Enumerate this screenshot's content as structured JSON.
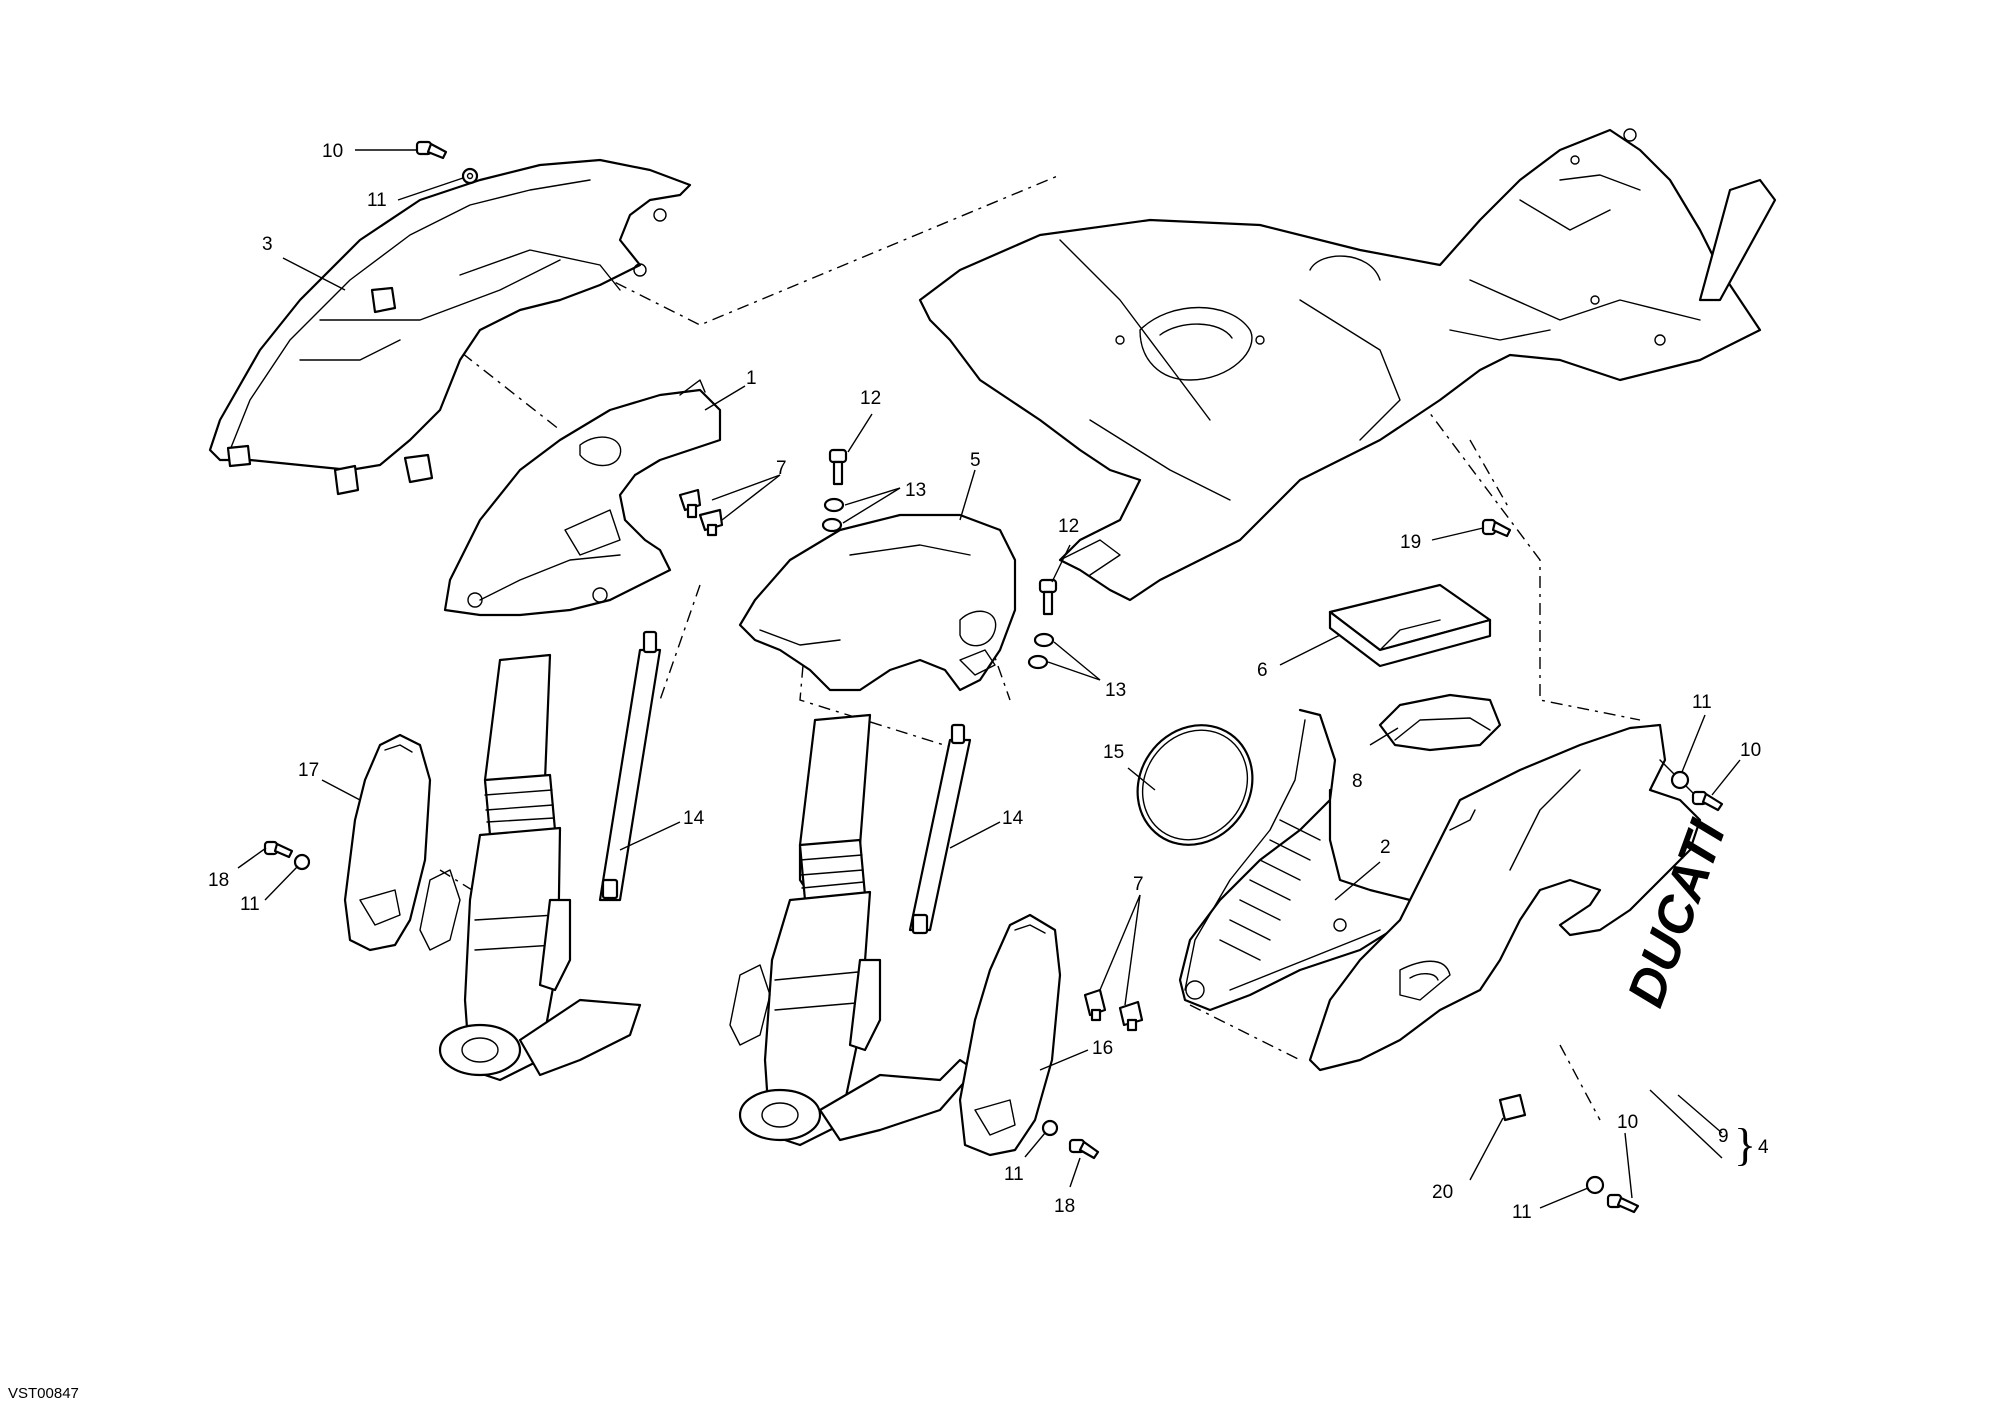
{
  "drawing": {
    "code": "VST00847",
    "brand_decal": "DUCATI"
  },
  "callouts": {
    "c10a": "10",
    "c11a": "11",
    "c3": "3",
    "c1": "1",
    "c7a": "7",
    "c12a": "12",
    "c13a": "13",
    "c5": "5",
    "c12b": "12",
    "c13b": "13",
    "c19": "19",
    "c6": "6",
    "c17": "17",
    "c18a": "18",
    "c11b": "11",
    "c14a": "14",
    "c14b": "14",
    "c15": "15",
    "c8": "8",
    "c2": "2",
    "c11c": "11",
    "c10b": "10",
    "c7b": "7",
    "c16": "16",
    "c11d": "11",
    "c18b": "18",
    "c9": "9",
    "c4": "4",
    "c20": "20",
    "c10c": "10",
    "c11e": "11"
  }
}
